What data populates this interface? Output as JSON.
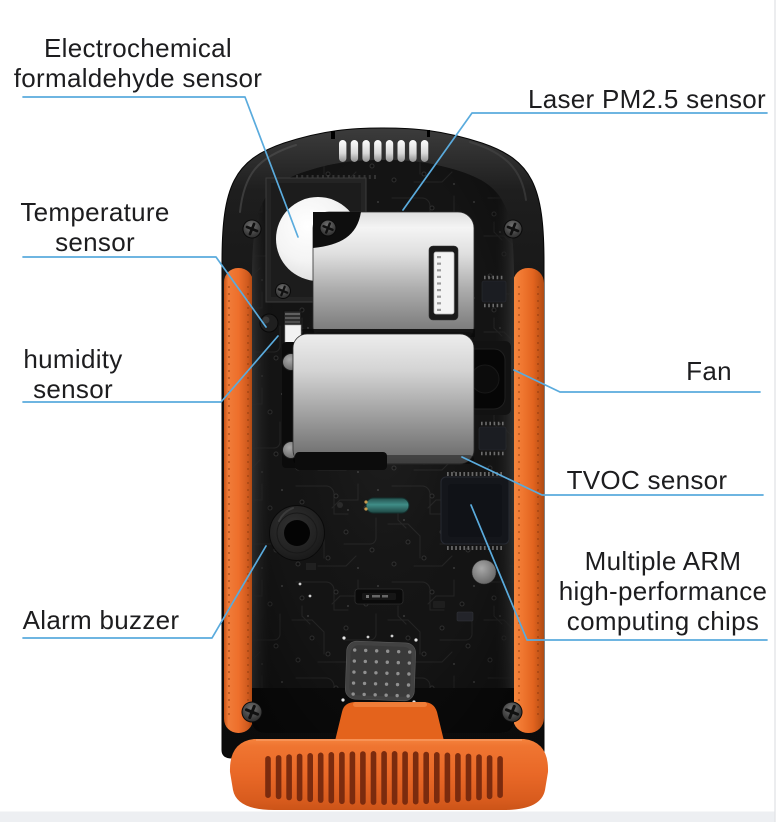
{
  "figure": {
    "description_visible_text_only": true,
    "callouts": {
      "electrochemical": {
        "text": "Electrochemical\nformaldehyde sensor"
      },
      "laser_pm25": {
        "text": "Laser PM2.5 sensor"
      },
      "temperature": {
        "text": "Temperature\nsensor"
      },
      "humidity": {
        "text": "humidity\nsensor"
      },
      "fan": {
        "text": "Fan"
      },
      "tvoc": {
        "text": "TVOC sensor"
      },
      "arm": {
        "text": "Multiple ARM\nhigh-performance\ncomputing chips"
      },
      "alarm": {
        "text": "Alarm buzzer"
      }
    },
    "colors": {
      "leader_line": "#5aabdd",
      "label_text": "#1d1d1f",
      "device_shell": "#121212",
      "device_orange": "#e96a27",
      "base_slot": "#7b2b0e",
      "silver_module": "#bfbfbf",
      "footer_strip": "#edeff2",
      "right_edge_line": "#e3e5e8",
      "background": "#ffffff"
    }
  }
}
